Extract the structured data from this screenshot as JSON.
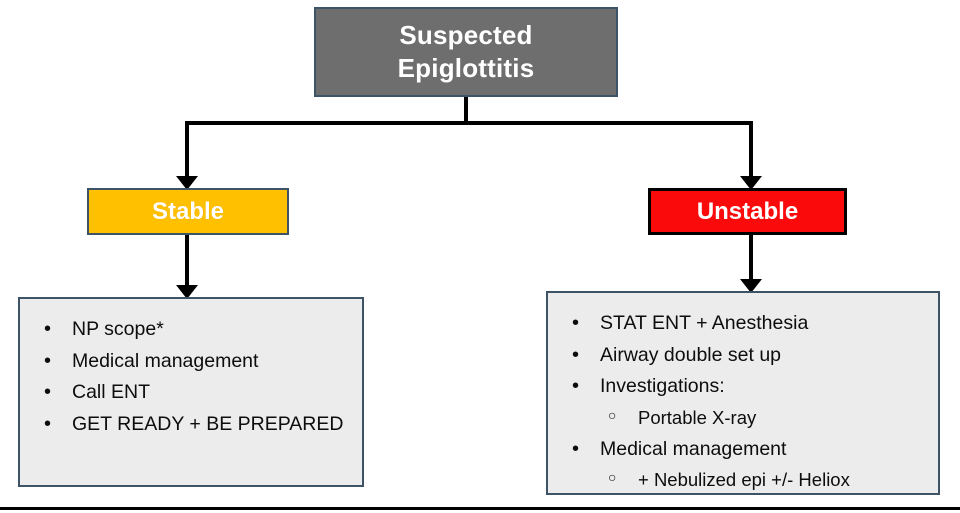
{
  "diagram": {
    "title": "Suspected Epiglottitis management pathway",
    "colors": {
      "root_fill": "#6e6e6e",
      "root_border": "#3c5368",
      "stable_fill": "#ffc000",
      "unstable_fill": "#fa0a0a",
      "list_fill": "#ececec",
      "list_border": "#3c5368",
      "connector": "#000000",
      "text_dark": "#0d0d0d",
      "text_light": "#ffffff"
    },
    "root": {
      "label": "Suspected Epiglottitis",
      "line1": "Suspected",
      "line2": "Epiglottitis"
    },
    "branches": {
      "stable": {
        "label": "Stable",
        "actions": [
          {
            "level": 1,
            "text": "NP scope*"
          },
          {
            "level": 1,
            "text": "Medical management"
          },
          {
            "level": 1,
            "text": "Call ENT"
          },
          {
            "level": 1,
            "text": "GET READY + BE PREPARED"
          }
        ]
      },
      "unstable": {
        "label": "Unstable",
        "actions": [
          {
            "level": 1,
            "text": "STAT ENT + Anesthesia"
          },
          {
            "level": 1,
            "text": "Airway double set up"
          },
          {
            "level": 1,
            "text": "Investigations:"
          },
          {
            "level": 2,
            "text": "Portable X-ray"
          },
          {
            "level": 1,
            "text": "Medical management"
          },
          {
            "level": 2,
            "text": "+ Nebulized epi +/- Heliox"
          }
        ]
      }
    }
  }
}
